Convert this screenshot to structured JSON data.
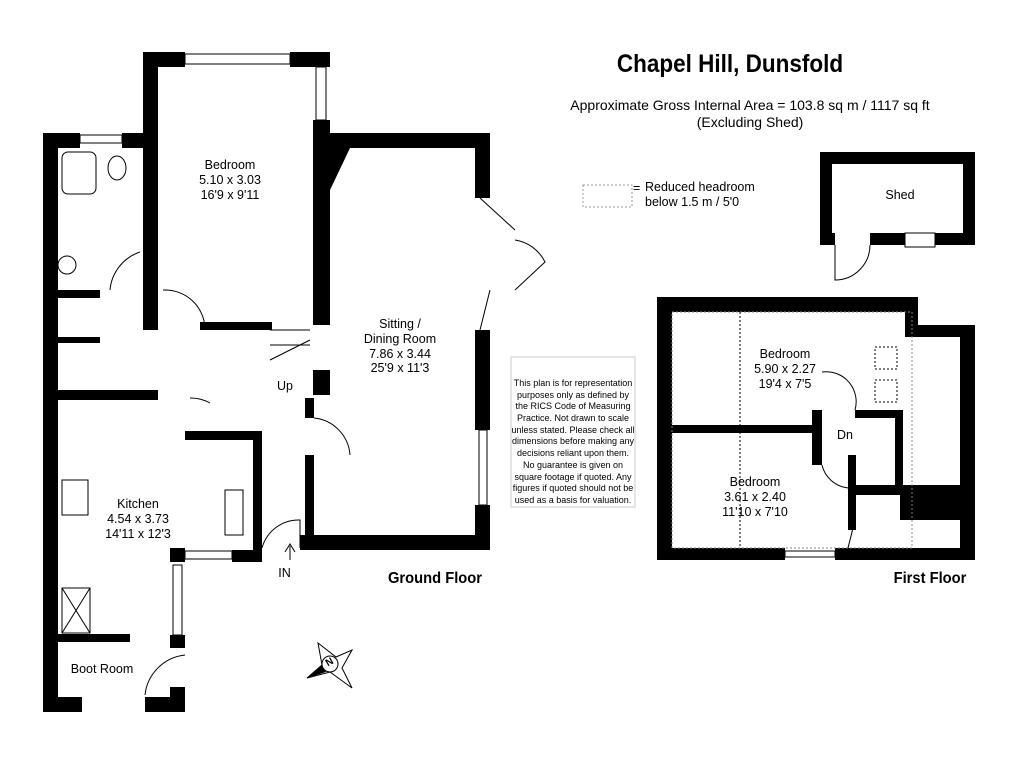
{
  "header": {
    "title": "Chapel Hill, Dunsfold",
    "area_line": "Approximate Gross Internal Area = 103.8 sq m / 1117 sq ft",
    "area_note": "(Excluding Shed)"
  },
  "legend": {
    "symbol": "=",
    "text": "Reduced headroom below 1.5 m / 5'0"
  },
  "disclaimer": "This plan is for representation purposes only as defined by the RICS Code of Measuring Practice. Not drawn to scale unless stated. Please check all dimensions before making any decisions reliant upon them. No guarantee is given on square footage if quoted. Any figures if quoted should not be used as a basis for valuation.",
  "ground_floor": {
    "label": "Ground Floor",
    "rooms": [
      {
        "name": "Bedroom",
        "metric": "5.10 x 3.03",
        "imperial": "16'9 x 9'11"
      },
      {
        "name": "Sitting /",
        "name2": "Dining Room",
        "metric": "7.86 x 3.44",
        "imperial": "25'9 x 11'3"
      },
      {
        "name": "Kitchen",
        "metric": "4.54 x 3.73",
        "imperial": "14'11 x 12'3"
      },
      {
        "name": "Boot Room"
      }
    ],
    "stairs_label": "Up",
    "entrance_label": "IN"
  },
  "first_floor": {
    "label": "First Floor",
    "rooms": [
      {
        "name": "Bedroom",
        "metric": "5.90 x 2.27",
        "imperial": "19'4 x 7'5"
      },
      {
        "name": "Bedroom",
        "metric": "3.61 x 2.40",
        "imperial": "11'10 x 7'10"
      }
    ],
    "stairs_label": "Dn"
  },
  "shed": {
    "name": "Shed"
  },
  "compass": {
    "letter": "N"
  }
}
